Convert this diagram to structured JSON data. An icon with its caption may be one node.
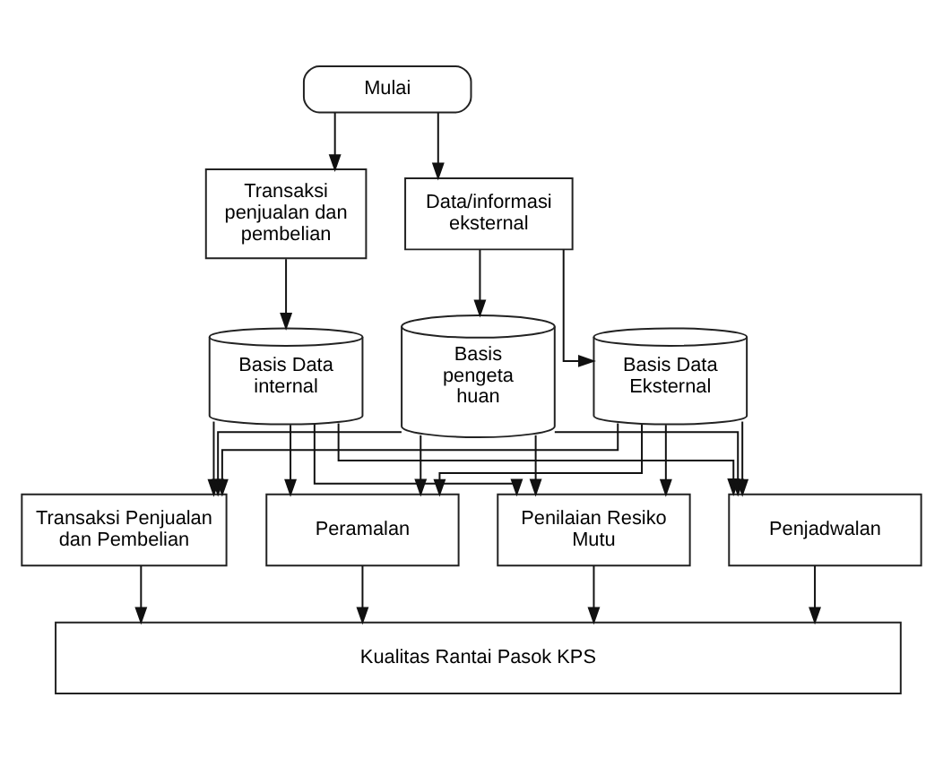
{
  "diagram": {
    "nodes": [
      {
        "text": [
          "Mulai"
        ]
      },
      {
        "text": [
          "Transaksi penjualan dan pembelian"
        ]
      },
      {
        "text": [
          "Data/informasi eksternal"
        ]
      },
      {
        "text": [
          "Basis Data internal"
        ]
      },
      {
        "text": [
          "Basis pengeta huan"
        ]
      },
      {
        "text": [
          "Basis Data Eksternal"
        ]
      },
      {
        "text": [
          "Transaksi Penjualan dan Pembelian"
        ]
      },
      {
        "text": [
          "Peramalan"
        ]
      },
      {
        "text": [
          "Penilaian Resiko Mutu"
        ]
      },
      {
        "text": [
          "Penjadwalan"
        ]
      },
      {
        "text": [
          "Kualitas Rantai Pasok KPS"
        ]
      }
    ],
    "edges": [
      {
        "from": 0,
        "to": 1,
        "arrow": "to"
      },
      {
        "from": 0,
        "to": 2,
        "arrow": "to"
      },
      {
        "from": 1,
        "to": 3,
        "arrow": "to"
      },
      {
        "from": 2,
        "to": 4,
        "arrow": "to"
      },
      {
        "from": 2,
        "to": 5,
        "arrow": "to"
      },
      {
        "from": 3,
        "to": 6,
        "arrow": "to"
      },
      {
        "from": 3,
        "to": 7,
        "arrow": "to"
      },
      {
        "from": 3,
        "to": 8,
        "arrow": "to"
      },
      {
        "from": 3,
        "to": 9,
        "arrow": "to"
      },
      {
        "from": 4,
        "to": 6,
        "arrow": "to"
      },
      {
        "from": 4,
        "to": 7,
        "arrow": "to"
      },
      {
        "from": 4,
        "to": 8,
        "arrow": "to"
      },
      {
        "from": 4,
        "to": 9,
        "arrow": "to"
      },
      {
        "from": 5,
        "to": 6,
        "arrow": "to"
      },
      {
        "from": 5,
        "to": 7,
        "arrow": "to"
      },
      {
        "from": 5,
        "to": 8,
        "arrow": "to"
      },
      {
        "from": 5,
        "to": 9,
        "arrow": "to"
      },
      {
        "from": 6,
        "to": 10,
        "arrow": "to"
      },
      {
        "from": 7,
        "to": 10,
        "arrow": "to"
      },
      {
        "from": 8,
        "to": 10,
        "arrow": "to"
      },
      {
        "from": 9,
        "to": 10,
        "arrow": "to"
      }
    ]
  }
}
